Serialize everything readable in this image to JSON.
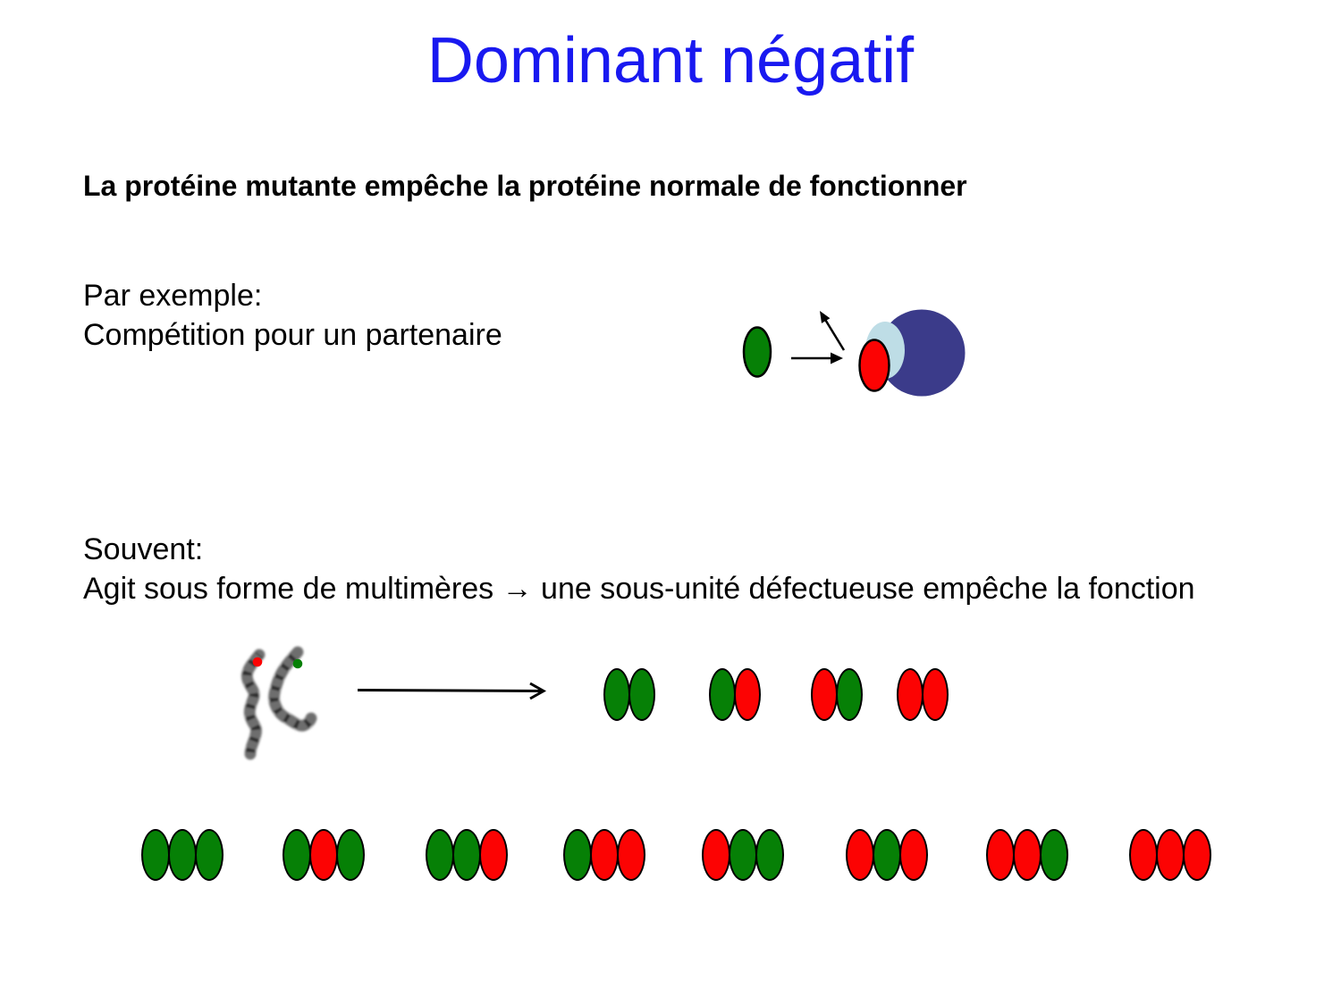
{
  "slide": {
    "title": "Dominant négatif"
  },
  "statement": "La protéine mutante empêche la protéine normale de fonctionner",
  "example": {
    "line1": "Par exemple:",
    "line2": "Compétition pour un partenaire"
  },
  "often": {
    "line1": "Souvent:",
    "line2": "Agit sous forme de multimères → une sous-unité défectueuse empêche la fonction"
  },
  "colors": {
    "title_blue": "#1919F0",
    "text": "#000000",
    "green": "#068006",
    "red": "#FC0303",
    "navy": "#3B3B8A",
    "pale_blue": "#BEDDE6",
    "background": "#FFFFFF"
  },
  "competition": {
    "monomer": "green",
    "mutant": "red",
    "displaced": "pale_blue",
    "partner": "navy"
  },
  "chromosome_markers": {
    "left_dot": "red",
    "right_dot": "green"
  },
  "dimers": [
    [
      "green",
      "green"
    ],
    [
      "green",
      "red"
    ],
    [
      "red",
      "green"
    ],
    [
      "red",
      "red"
    ]
  ],
  "trimers": [
    [
      "green",
      "green",
      "green"
    ],
    [
      "green",
      "red",
      "green"
    ],
    [
      "green",
      "green",
      "red"
    ],
    [
      "green",
      "red",
      "red"
    ],
    [
      "red",
      "green",
      "green"
    ],
    [
      "red",
      "green",
      "red"
    ],
    [
      "red",
      "red",
      "green"
    ],
    [
      "red",
      "red",
      "red"
    ]
  ]
}
